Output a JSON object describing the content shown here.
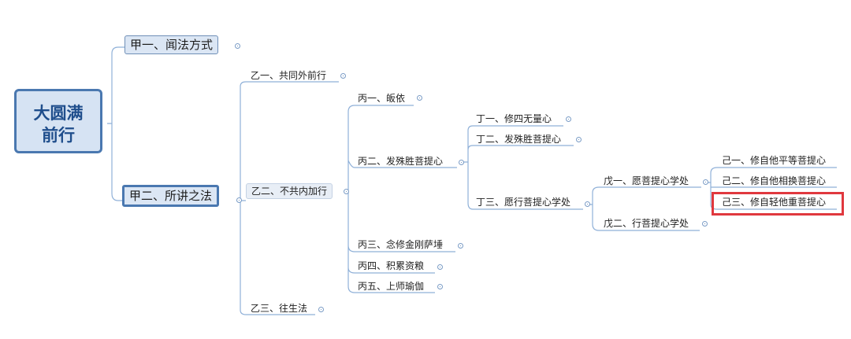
{
  "root": "大圆满\n前行",
  "level1": {
    "a": "甲一、闻法方式",
    "b": "甲二、所讲之法"
  },
  "level2": {
    "a": "乙一、共同外前行",
    "b": "乙二、不共内加行",
    "c": "乙三、往生法"
  },
  "level3": {
    "a": "丙一、皈依",
    "b": "丙二、发殊胜菩提心",
    "c": "丙三、念修金刚萨埵",
    "d": "丙四、积累资粮",
    "e": "丙五、上师瑜伽"
  },
  "level4": {
    "a": "丁一、修四无量心",
    "b": "丁二、发殊胜菩提心",
    "c": "丁三、愿行菩提心学处"
  },
  "level5": {
    "a": "戊一、愿菩提心学处",
    "b": "戊二、行菩提心学处"
  },
  "level6": {
    "a": "己一、修自他平等菩提心",
    "b": "己二、修自他相换菩提心",
    "c": "己三、修自轻他重菩提心"
  },
  "colors": {
    "line": "#8fb0d8",
    "node_fill": "#dbe6f4",
    "node_border": "#4a78b0",
    "root_text": "#1f4e8c",
    "highlight": "#e0383e"
  }
}
